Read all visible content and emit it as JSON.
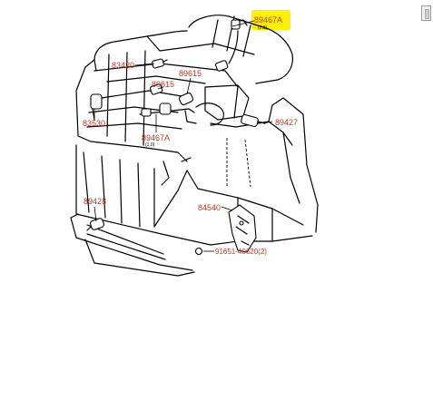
{
  "colors": {
    "label": "#c0392b",
    "highlight": "#fff200",
    "line": "#000000"
  },
  "labels": {
    "p89467A_top": "89467A",
    "p83420": "83420",
    "p89615_a": "89615",
    "p89615_b": "89615",
    "p83530": "83530",
    "p89467A_mid": "89467A",
    "p89427": "89427",
    "p89428": "89428",
    "p84540": "84540",
    "p91651": "91651-40620(2)"
  },
  "notes": {
    "n_top": "(2.5)",
    "n_mid": "(1.0)"
  },
  "highlighted_part": "89467A",
  "icons": {
    "scroll_button": "scroll-thumb-icon"
  }
}
